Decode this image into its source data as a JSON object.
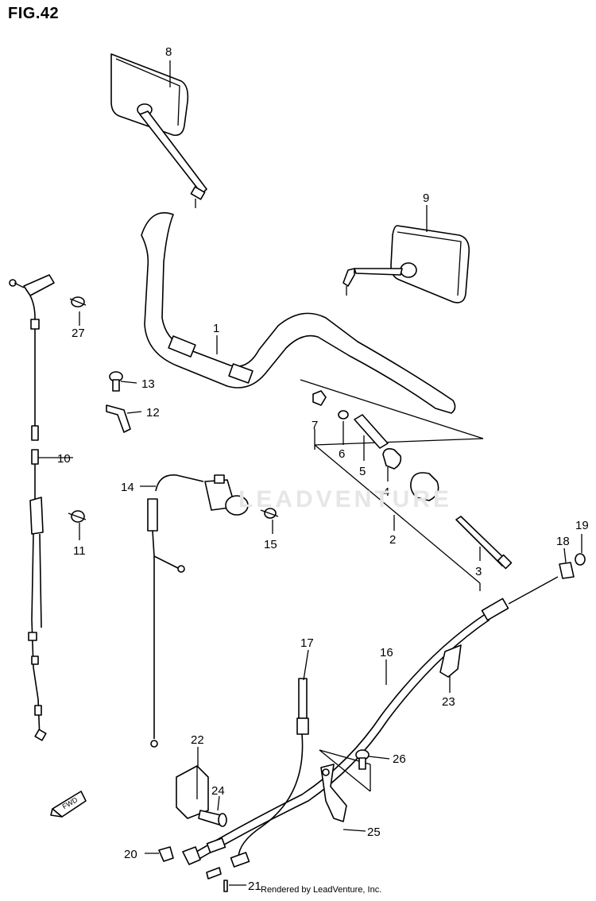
{
  "figure": {
    "title": "FIG.42"
  },
  "watermark": {
    "text": "LEADVENTURE"
  },
  "footer": {
    "text": "Rendered by LeadVenture, Inc."
  },
  "callouts": [
    {
      "num": "1"
    },
    {
      "num": "2"
    },
    {
      "num": "3"
    },
    {
      "num": "4"
    },
    {
      "num": "5"
    },
    {
      "num": "6"
    },
    {
      "num": "7"
    },
    {
      "num": "8"
    },
    {
      "num": "9"
    },
    {
      "num": "10"
    },
    {
      "num": "11"
    },
    {
      "num": "12"
    },
    {
      "num": "13"
    },
    {
      "num": "14"
    },
    {
      "num": "15"
    },
    {
      "num": "16"
    },
    {
      "num": "17"
    },
    {
      "num": "18"
    },
    {
      "num": "19"
    },
    {
      "num": "20"
    },
    {
      "num": "21"
    },
    {
      "num": "22"
    },
    {
      "num": "23"
    },
    {
      "num": "24"
    },
    {
      "num": "25"
    },
    {
      "num": "26"
    },
    {
      "num": "27"
    }
  ],
  "fwd_badge": {
    "text": "FWD"
  }
}
